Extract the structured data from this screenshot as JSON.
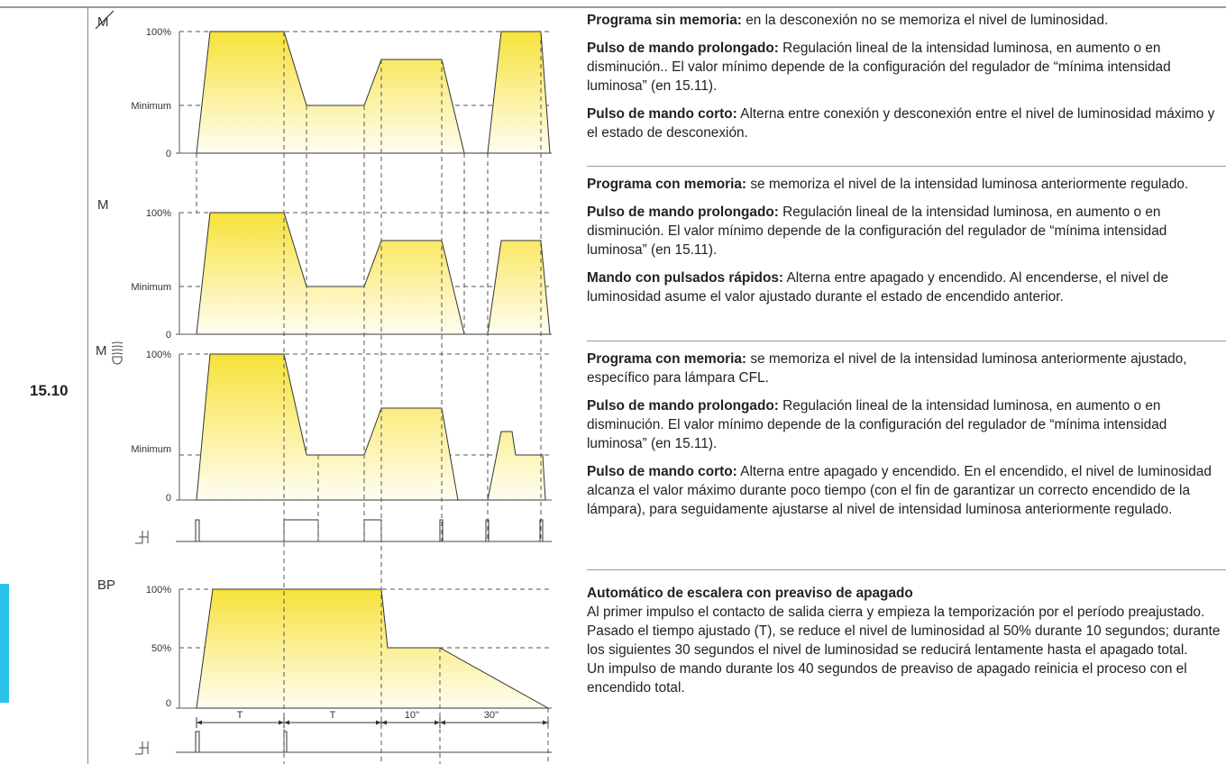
{
  "section_number": "15.10",
  "diagram_labels": {
    "level_100": "100%",
    "level_min": "Minimum",
    "level_zero": "0",
    "level_50": "50%",
    "mode_no_memory": "M",
    "mode_memory": "M",
    "mode_cfl": "M",
    "mode_bp": "BP",
    "time_t1": "T",
    "time_t2": "T",
    "time_10": "10''",
    "time_30": "30''"
  },
  "colors": {
    "fill_top": "#f7e23a",
    "fill_bottom": "#fffdf2",
    "cyan_tab": "#29c3ea"
  },
  "sections": [
    {
      "paragraphs": [
        {
          "bold": "Programa sin memoria:",
          "text": " en la desconexión no se memoriza el nivel de luminosidad."
        },
        {
          "bold": "Pulso de mando prolongado:",
          "text": " Regulación lineal de la intensidad luminosa, en aumento o en disminución.. El valor mínimo depende de la configuración del regulador de “mínima intensidad luminosa” (en 15.11)."
        },
        {
          "bold": "Pulso de mando corto:",
          "text": " Alterna entre conexión y desconexión entre el nivel de luminosidad máximo y el estado de desconexión."
        }
      ]
    },
    {
      "paragraphs": [
        {
          "bold": "Programa con memoria:",
          "text": " se memoriza el nivel de la intensidad luminosa anteriormente regulado."
        },
        {
          "bold": "Pulso de mando prolongado:",
          "text": " Regulación lineal de la intensidad luminosa, en aumento o en disminución. El valor mínimo depende de la configuración del regulador de “mínima intensidad luminosa” (en 15.11)."
        },
        {
          "bold": "Mando con pulsados rápidos:",
          "text": " Alterna entre apagado y encendido. Al encenderse, el nivel de luminosidad asume el valor ajustado durante el estado de encendido anterior."
        }
      ]
    },
    {
      "paragraphs": [
        {
          "bold": "Programa con memoria:",
          "text": " se memoriza el nivel de la intensidad luminosa anteriormente ajustado, específico para lámpara CFL."
        },
        {
          "bold": "Pulso de mando prolongado:",
          "text": " Regulación lineal de la intensidad luminosa, en aumento o en disminución. El valor mínimo depende de la configuración del regulador de “mínima intensidad luminosa” (en 15.11)."
        },
        {
          "bold": "Pulso de mando corto:",
          "text": " Alterna entre apagado y encendido. En el encendido, el nivel de luminosidad alcanza el valor máximo durante poco tiempo (con el fin de garantizar un correcto encendido de la lámpara), para seguidamente ajustarse al nivel de intensidad luminosa anteriormente regulado."
        }
      ]
    },
    {
      "title": "Automático de escalera con preaviso de apagado",
      "lines": [
        "Al primer impulso el contacto de salida cierra y empieza la temporización por el período preajustado.",
        "Pasado el tiempo ajustado (T), se reduce el nivel de luminosidad al 50% durante 10 segundos; durante los siguientes 30 segundos el nivel de luminosidad se reducirá lentamente hasta el apagado total.",
        "Un impulso de mando durante los 40 segundos de preaviso de apagado reinicia el proceso con el encendido total."
      ]
    }
  ]
}
